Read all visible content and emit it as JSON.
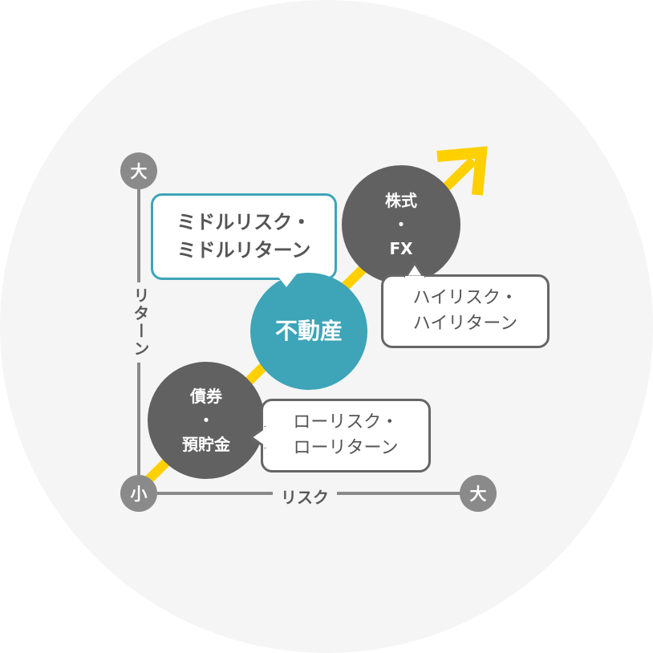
{
  "diagram": {
    "title": "",
    "axes": {
      "y_label": "リターン",
      "x_label": "リスク",
      "y_top_marker": "大",
      "origin_marker": "小",
      "x_right_marker": "大"
    },
    "arrow_color": "#FFD000",
    "nodes": [
      {
        "id": "bonds",
        "line1": "債券",
        "line2": "・",
        "line3": "預貯金",
        "color": "#616161"
      },
      {
        "id": "real-estate",
        "line1": "不動産",
        "color": "#3ea4b8"
      },
      {
        "id": "stocks",
        "line1": "株式",
        "line2": "・",
        "line3": "FX",
        "color": "#616161"
      }
    ],
    "bubbles": [
      {
        "id": "low",
        "line1": "ローリスク・",
        "line2": "ローリターン"
      },
      {
        "id": "middle",
        "line1": "ミドルリスク・",
        "line2": "ミドルリターン"
      },
      {
        "id": "high",
        "line1": "ハイリスク・",
        "line2": "ハイリターン"
      }
    ]
  }
}
